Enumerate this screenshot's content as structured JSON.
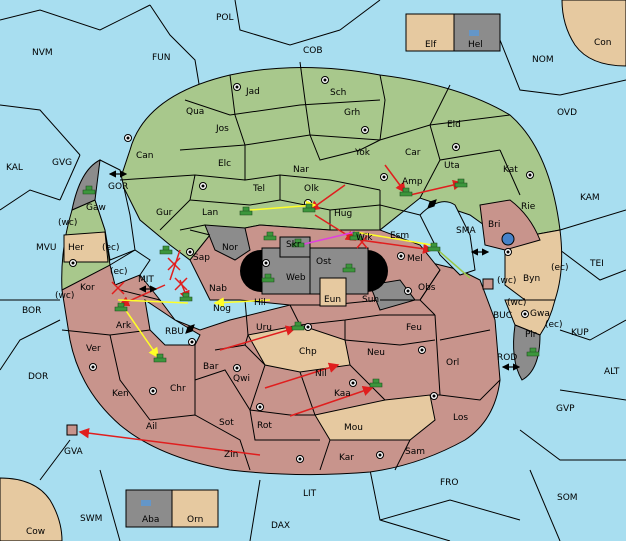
{
  "colors": {
    "sea": "#a8def0",
    "green": "#a8c88c",
    "red": "#c8948c",
    "tan": "#e6c9a0",
    "gray": "#8c8c8c",
    "unit_green": "#3c963c",
    "arrow_red": "#e01e1e",
    "arrow_yellow": "#ffff28",
    "arrow_magenta": "#e040e0"
  },
  "labels": {
    "POL": "POL",
    "COB": "COB",
    "NVM": "NVM",
    "FUN": "FUN",
    "NOM": "NOM",
    "Con": "Con",
    "Elf": "Elf",
    "Hel": "Hel",
    "OVD": "OVD",
    "KAL": "KAL",
    "GVG": "GVG",
    "KAM": "KAM",
    "TEI": "TEI",
    "BOR": "BOR",
    "MVU": "MVU",
    "DOR": "DOR",
    "KUP": "KUP",
    "ALT": "ALT",
    "GVP": "GVP",
    "GVA": "GVA",
    "SWM": "SWM",
    "LIT": "LIT",
    "DAX": "DAX",
    "FRO": "FRO",
    "SOM": "SOM",
    "Cow": "Cow",
    "Aba": "Aba",
    "Orn": "Orn",
    "Jad": "Jad",
    "Sch": "Sch",
    "Qua": "Qua",
    "Jos": "Jos",
    "Grh": "Grh",
    "Eld": "Eld",
    "Can": "Can",
    "Yok": "Yok",
    "Car": "Car",
    "Uta": "Uta",
    "Elc": "Elc",
    "Nar": "Nar",
    "Kat": "Kat",
    "Tel": "Tel",
    "Olk": "Olk",
    "Amp": "Amp",
    "Lan": "Lan",
    "Hug": "Hug",
    "Rie": "Rie",
    "Gur": "Gur",
    "Gaw": "Gaw",
    "GOR": "GOR",
    "Her": "Her",
    "wc": "(wc)",
    "ec": "(ec)",
    "Kor": "Kor",
    "MIT": "MIT",
    "Nor": "Nor",
    "Sap": "Sap",
    "Skr": "Skr",
    "Wik": "Wik",
    "Esm": "Esm",
    "SMA": "SMA",
    "Bri": "Bri",
    "Ost": "Ost",
    "Mel": "Mel",
    "Web": "Web",
    "Byn": "Byn",
    "Nab": "Nab",
    "Eun": "Eun",
    "Sun": "Sun",
    "Obs": "Obs",
    "Hil": "Hil",
    "Nog": "Nog",
    "Gwa": "Gwa",
    "BUC": "BUC",
    "Ark": "Ark",
    "RBU": "RBU",
    "Uru": "Uru",
    "Feu": "Feu",
    "Pir": "Pir",
    "Ver": "Ver",
    "Chp": "Chp",
    "Neu": "Neu",
    "Orl": "Orl",
    "ROD": "ROD",
    "Bar": "Bar",
    "Qwi": "Qwi",
    "Nil": "Nil",
    "Ken": "Ken",
    "Chr": "Chr",
    "Kaa": "Kaa",
    "Los": "Los",
    "Sot": "Sot",
    "Rot": "Rot",
    "Mou": "Mou",
    "Ail": "Ail",
    "Zin": "Zin",
    "Kar": "Kar",
    "Sam": "Sam"
  }
}
